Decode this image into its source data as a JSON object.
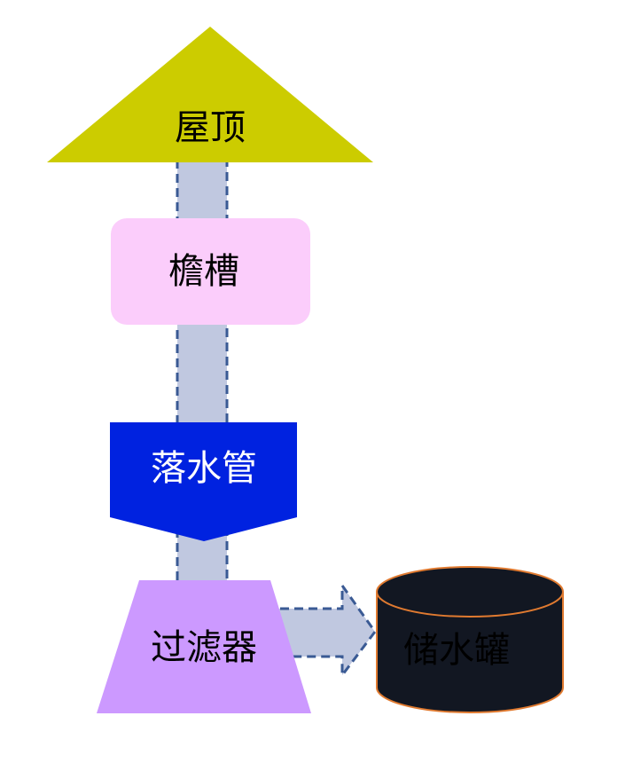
{
  "diagram": {
    "nodes": {
      "roof": {
        "label": "屋顶"
      },
      "gutter": {
        "label": "檐槽"
      },
      "downpipe": {
        "label": "落水管"
      },
      "filter": {
        "label": "过滤器"
      },
      "tank": {
        "label": "储水罐"
      }
    },
    "colors": {
      "roof_fill": "#cccc00",
      "gutter_fill": "#fbcdfb",
      "downpipe_fill": "#0022e0",
      "filter_fill": "#cc99ff",
      "tank_fill": "#121722",
      "tank_stroke": "#e07a30",
      "connector_fill": "#c0c8e0",
      "connector_stroke": "#3a5a94",
      "text_dark": "#000000",
      "text_light": "#ffffff"
    }
  }
}
